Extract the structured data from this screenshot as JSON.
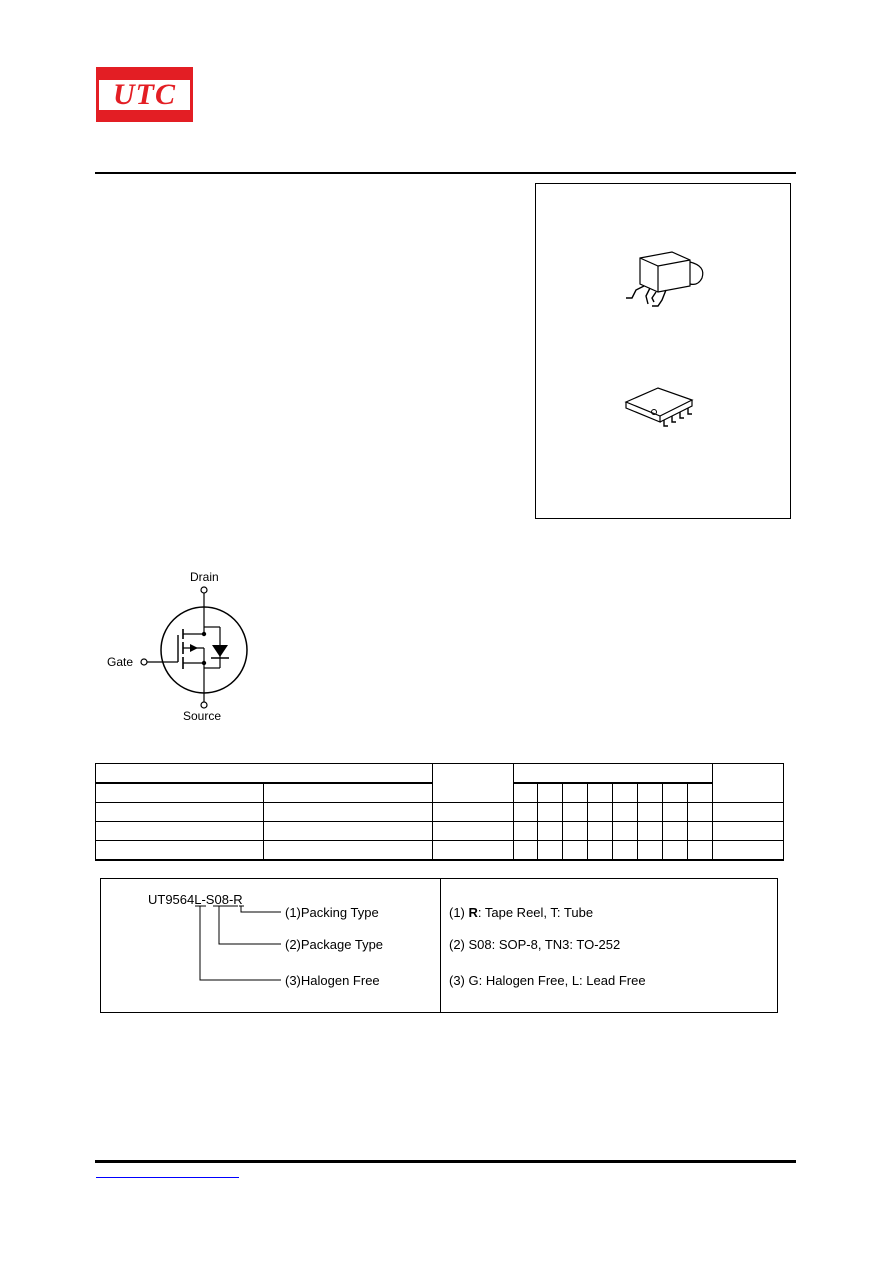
{
  "header": {
    "logo_text": "UTC",
    "brand_color": "#e31e24"
  },
  "package_box": {
    "packages": [
      {
        "icon": "to-252-package-icon"
      },
      {
        "icon": "sop-8-package-icon"
      }
    ]
  },
  "symbol": {
    "drain_label": "Drain",
    "gate_label": "Gate",
    "source_label": "Source"
  },
  "marking": {
    "part_number": "UT9564L-S08-R",
    "legend": {
      "packing_type": "(1)Packing Type",
      "package_type": "(2)Package Type",
      "halogen_free": "(3)Halogen Free"
    },
    "notes": {
      "note1_prefix": "(1) ",
      "note1_bold": "R",
      "note1_rest": ": Tape Reel, T: Tube",
      "note2": "(2) S08: SOP-8, TN3: TO-252",
      "note3": "(3) G: Halogen Free, L: Lead Free"
    }
  },
  "footer": {
    "link_color": "#0000ff"
  }
}
